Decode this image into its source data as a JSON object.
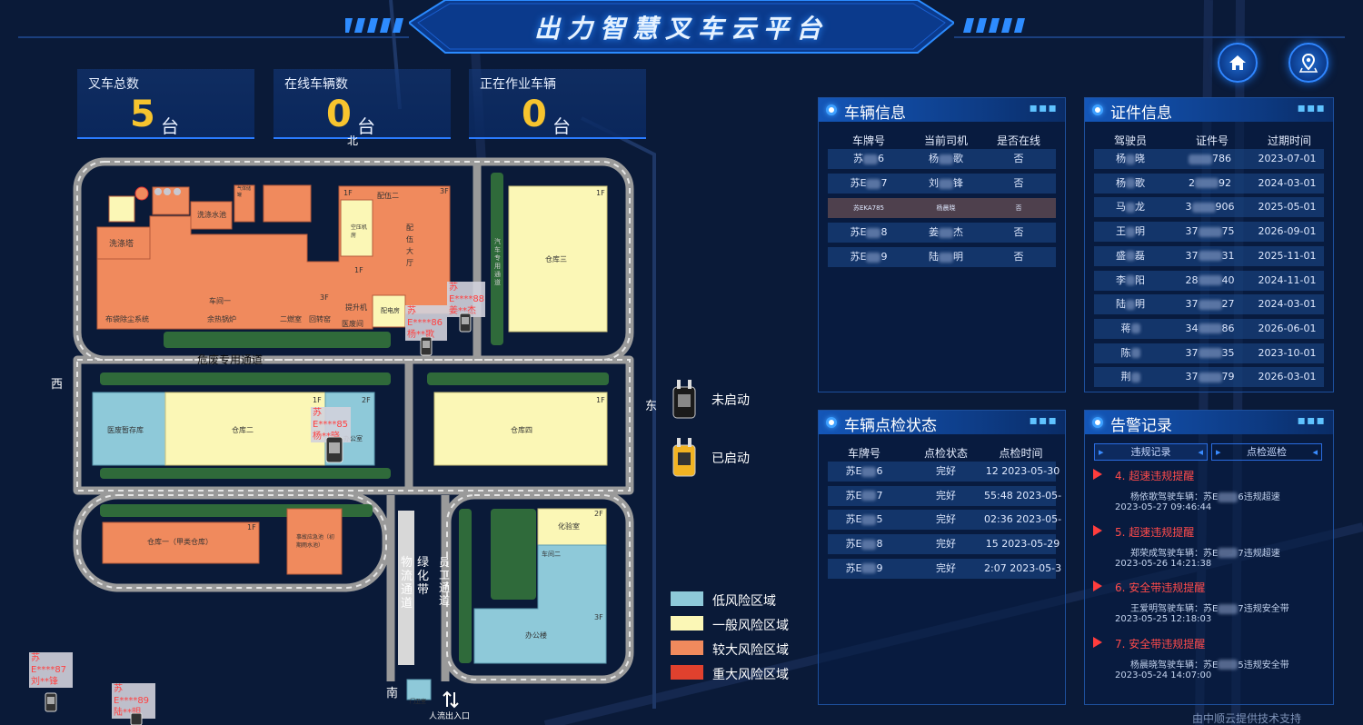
{
  "header": {
    "title": "出力智慧叉车云平台",
    "home_icon": "home-icon",
    "location_icon": "map-pin-icon"
  },
  "stats": [
    {
      "label": "叉车总数",
      "value": "5",
      "unit": "台"
    },
    {
      "label": "在线车辆数",
      "value": "0",
      "unit": "台"
    },
    {
      "label": "正在作业车辆",
      "value": "0",
      "unit": "台"
    }
  ],
  "compass": {
    "north": "北",
    "south": "南",
    "west": "西",
    "east": "东"
  },
  "map": {
    "roads": {
      "road1": "危废专用通道",
      "road2": "物流通道",
      "greenbelt": "绿化带",
      "road3": "员工通道",
      "entrance": "人流出入口",
      "gate": "门卫室"
    },
    "buildings": {
      "wash_tower": "洗涤塔",
      "wash_pool": "洗涤水池",
      "workshop1": "车间一",
      "baghouse": "布袋除尘系统",
      "boiler": "余热锅炉",
      "second_burn": "二燃室",
      "rotary": "回转窑",
      "medical": "医废间",
      "lift": "提升机",
      "ingredient2": "配伍二",
      "ingredient_hall": "配伍大厅",
      "compressor": "空压机房",
      "power_room": "配电房",
      "warehouse3": "仓库三",
      "med_storage": "医废暂存库",
      "warehouse2": "仓库二",
      "office_room": "办公室",
      "warehouse4": "仓库四",
      "warehouse1": "仓库一（甲类仓库）",
      "emergency_pool": "事故应急池（初期雨水池）",
      "lab": "化验室",
      "workshop2": "车间二",
      "office_building": "办公楼",
      "floor_1f": "1F",
      "floor_2f": "2F",
      "floor_3f": "3F",
      "truck_road": "汽车专用通道",
      "air_tank": "气体储罐"
    },
    "vehicle_tags": [
      {
        "plate": "苏E****88",
        "driver": "姜**杰"
      },
      {
        "plate": "苏E****86",
        "driver": "杨**歌"
      },
      {
        "plate": "苏E****85",
        "driver": "杨**晓"
      },
      {
        "plate": "苏E****87",
        "driver": "刘**锋"
      },
      {
        "plate": "苏E****89",
        "driver": "陆**明"
      }
    ]
  },
  "status_legend": {
    "off": "未启动",
    "on": "已启动"
  },
  "risk_legend": [
    {
      "label": "低风险区域",
      "color": "#8ec9d9"
    },
    {
      "label": "一般风险区域",
      "color": "#fbf7b6"
    },
    {
      "label": "较大风险区域",
      "color": "#f08a5d"
    },
    {
      "label": "重大风险区域",
      "color": "#e0412e"
    }
  ],
  "vehicle_info": {
    "title": "车辆信息",
    "headers": [
      "车牌号",
      "当前司机",
      "是否在线"
    ],
    "rows": [
      {
        "plate_a": "苏",
        "plate_b": "6",
        "driver_a": "杨",
        "driver_b": "歌",
        "online": "否"
      },
      {
        "plate_a": "苏E",
        "plate_b": "7",
        "driver_a": "刘",
        "driver_b": "锋",
        "online": "否"
      },
      {
        "plate_a": "苏EKA785",
        "plate_b": "",
        "driver_a": "杨晨晓",
        "driver_b": "",
        "online": "否"
      },
      {
        "plate_a": "苏E",
        "plate_b": "8",
        "driver_a": "姜",
        "driver_b": "杰",
        "online": "否"
      },
      {
        "plate_a": "苏E",
        "plate_b": "9",
        "driver_a": "陆",
        "driver_b": "明",
        "online": "否"
      }
    ]
  },
  "cert_info": {
    "title": "证件信息",
    "headers": [
      "驾驶员",
      "证件号",
      "过期时间"
    ],
    "rows": [
      {
        "name_a": "杨",
        "name_b": "晓",
        "id_a": "",
        "id_b": "786",
        "exp": "2023-07-01"
      },
      {
        "name_a": "杨",
        "name_b": "歌",
        "id_a": "2",
        "id_b": "92",
        "exp": "2024-03-01"
      },
      {
        "name_a": "马",
        "name_b": "龙",
        "id_a": "3",
        "id_b": "906",
        "exp": "2025-05-01"
      },
      {
        "name_a": "王",
        "name_b": "明",
        "id_a": "37",
        "id_b": "75",
        "exp": "2026-09-01"
      },
      {
        "name_a": "盛",
        "name_b": "磊",
        "id_a": "37",
        "id_b": "31",
        "exp": "2025-11-01"
      },
      {
        "name_a": "李",
        "name_b": "阳",
        "id_a": "28",
        "id_b": "40",
        "exp": "2024-11-01"
      },
      {
        "name_a": "陆",
        "name_b": "明",
        "id_a": "37",
        "id_b": "27",
        "exp": "2024-03-01"
      },
      {
        "name_a": "蒋",
        "name_b": "",
        "id_a": "34",
        "id_b": "86",
        "exp": "2026-06-01"
      },
      {
        "name_a": "陈",
        "name_b": "",
        "id_a": "37",
        "id_b": "35",
        "exp": "2023-10-01"
      },
      {
        "name_a": "荆",
        "name_b": "",
        "id_a": "37",
        "id_b": "79",
        "exp": "2026-03-01"
      }
    ]
  },
  "inspection": {
    "title": "车辆点检状态",
    "headers": [
      "车牌号",
      "点检状态",
      "点检时间"
    ],
    "rows": [
      {
        "plate_a": "苏E",
        "plate_b": "6",
        "status": "完好",
        "time": "12 2023-05-30"
      },
      {
        "plate_a": "苏E",
        "plate_b": "7",
        "status": "完好",
        "time": "55:48 2023-05-"
      },
      {
        "plate_a": "苏E",
        "plate_b": "5",
        "status": "完好",
        "time": "02:36 2023-05-"
      },
      {
        "plate_a": "苏E",
        "plate_b": "8",
        "status": "完好",
        "time": "15 2023-05-29"
      },
      {
        "plate_a": "苏E",
        "plate_b": "9",
        "status": "完好",
        "time": "2:07 2023-05-3"
      }
    ]
  },
  "alarms": {
    "title": "告警记录",
    "tabs": [
      "违规记录",
      "点检巡检"
    ],
    "items": [
      {
        "title": "4. 超速违规提醒",
        "desc": "杨依歌驾驶车辆：苏E",
        "desc2": "6违规超速",
        "time": "2023-05-27 09:46:44"
      },
      {
        "title": "5. 超速违规提醒",
        "desc": "郑荣成驾驶车辆：苏E",
        "desc2": "7违规超速",
        "time": "2023-05-26 14:21:38"
      },
      {
        "title": "6. 安全带违规提醒",
        "desc": "王爱明驾驶车辆：苏E",
        "desc2": "7违规安全带",
        "time": "2023-05-25 12:18:03"
      },
      {
        "title": "7. 安全带违规提醒",
        "desc": "杨晨晓驾驶车辆：苏E",
        "desc2": "5违规安全带",
        "time": "2023-05-24 14:07:00"
      }
    ]
  },
  "footer": "由中顺云提供技术支持"
}
